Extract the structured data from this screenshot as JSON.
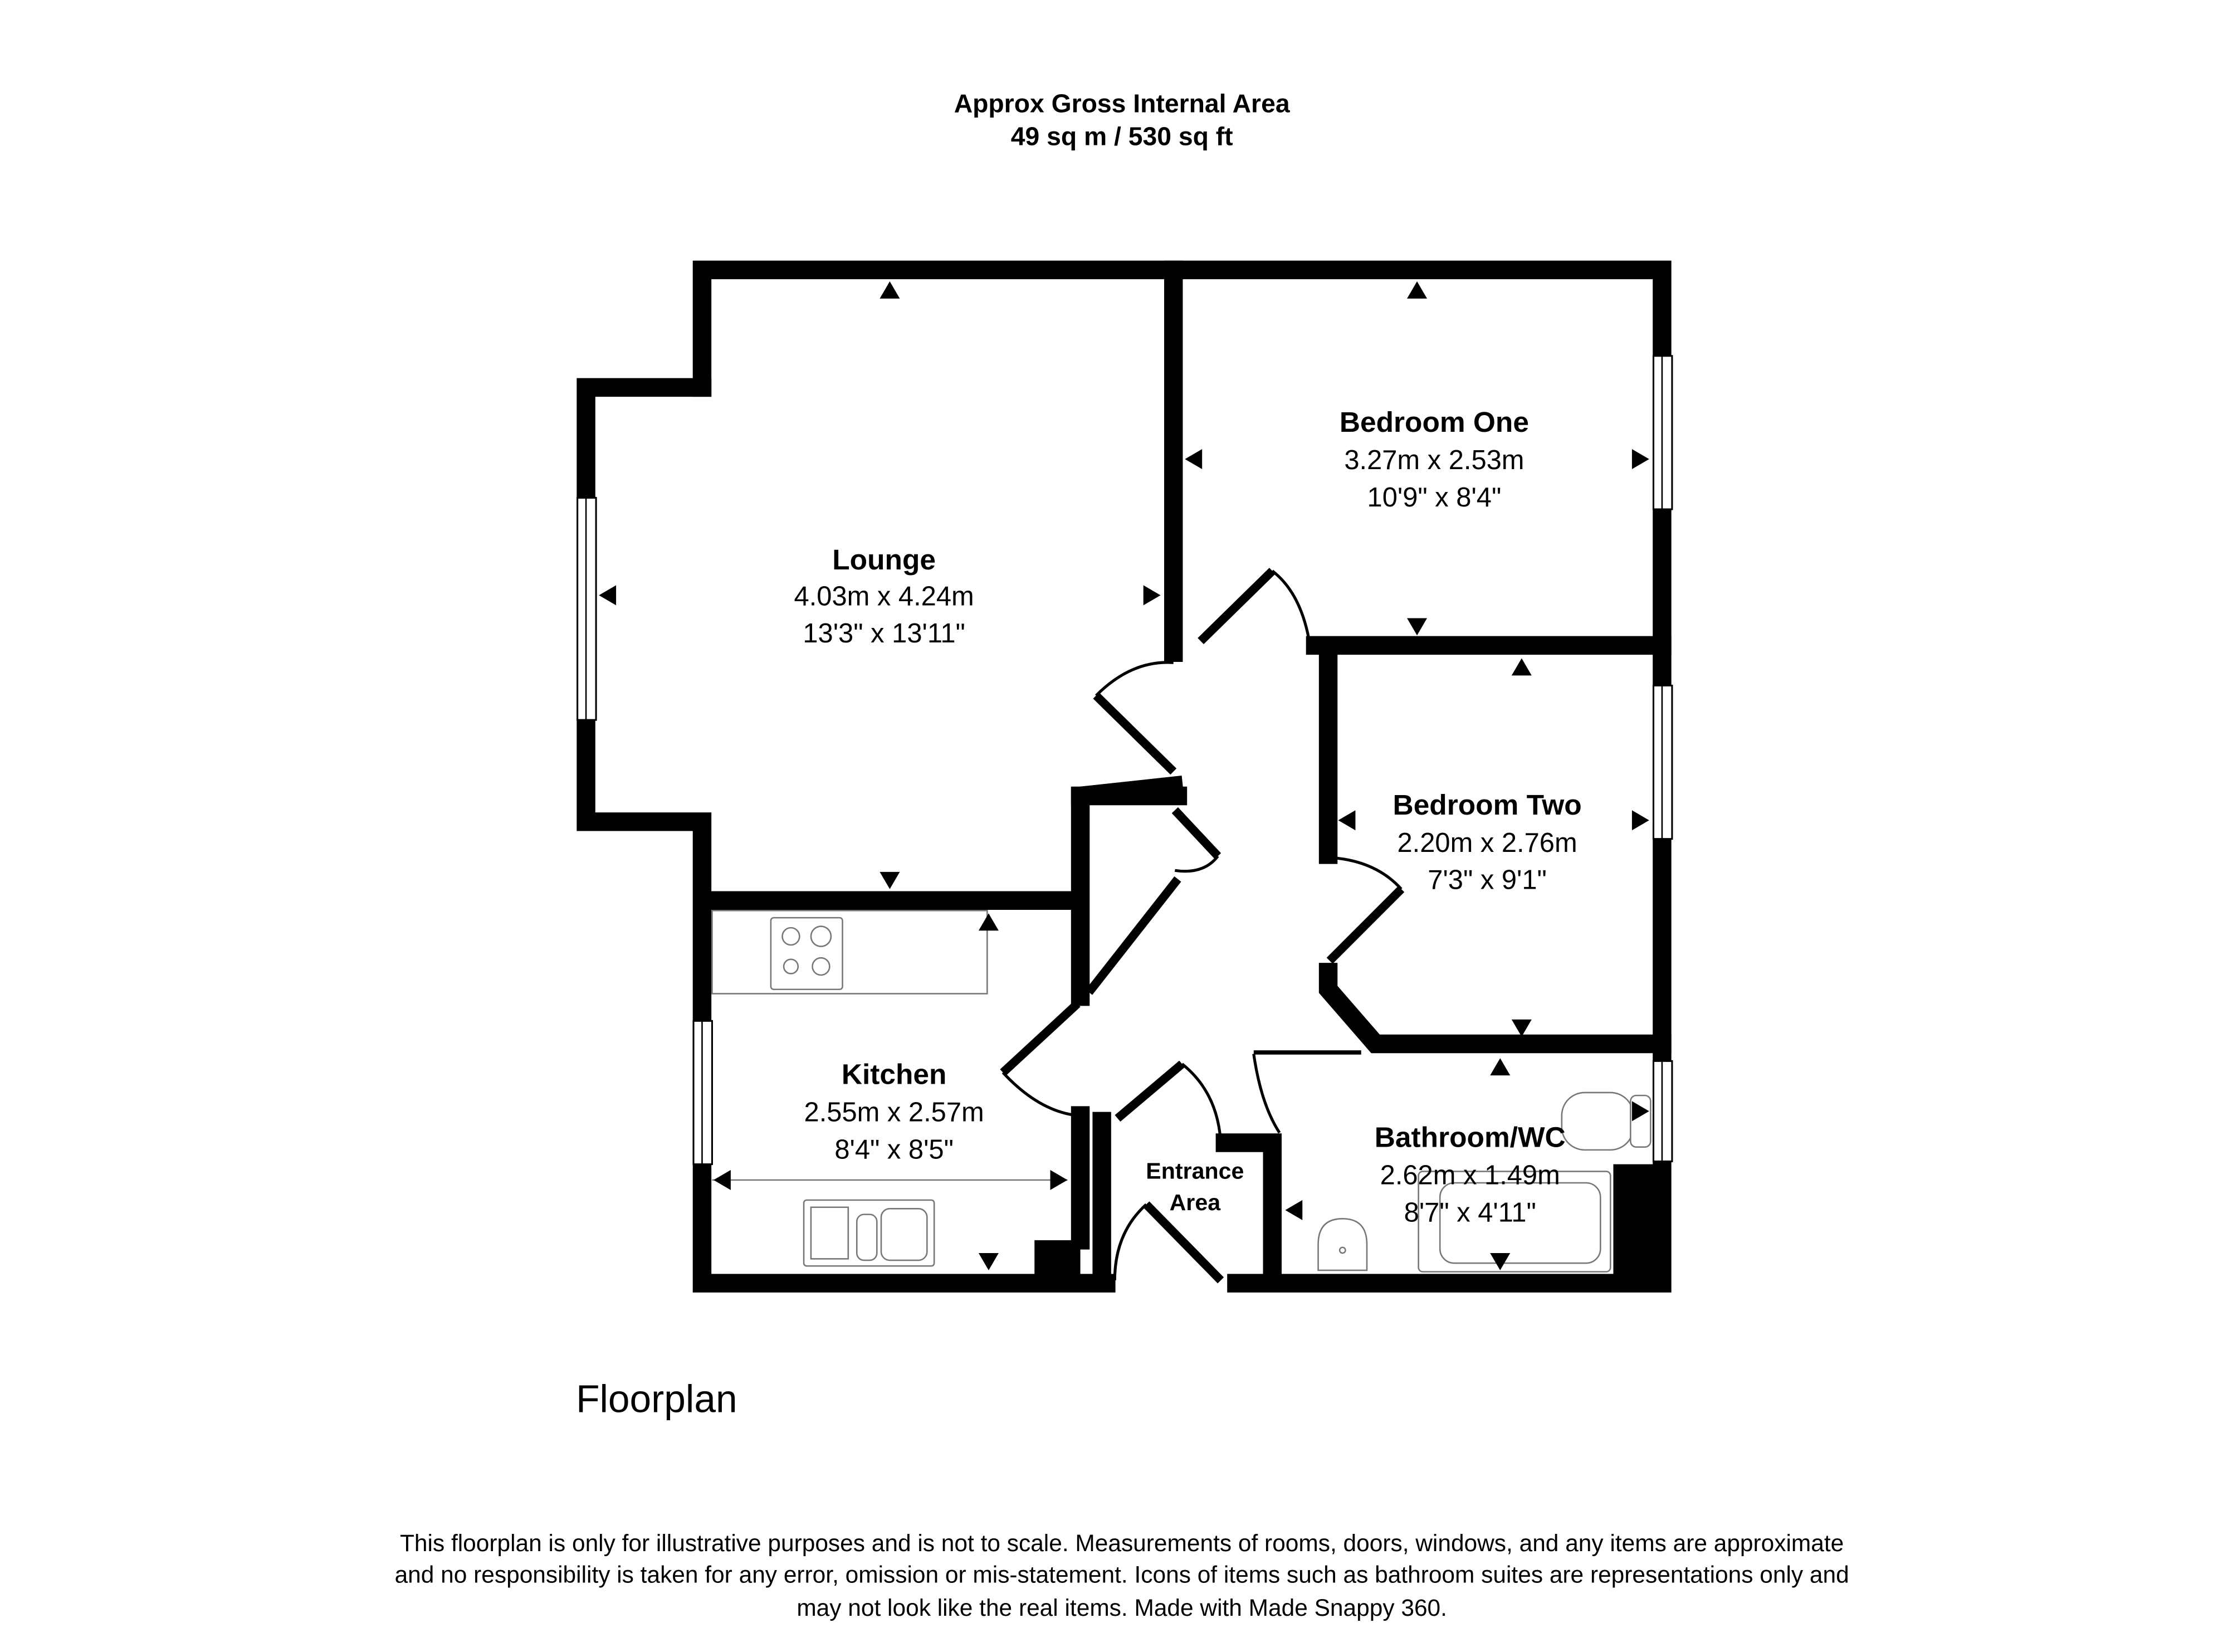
{
  "header": {
    "title_line1": "Approx Gross Internal Area",
    "title_line2": "49 sq m / 530 sq ft"
  },
  "rooms": [
    {
      "name": "Lounge",
      "metric": "4.03m x 4.24m",
      "imperial": "13'3\" x 13'11\""
    },
    {
      "name": "Bedroom One",
      "metric": "3.27m x 2.53m",
      "imperial": "10'9\" x 8'4\""
    },
    {
      "name": "Bedroom Two",
      "metric": "2.20m x 2.76m",
      "imperial": "7'3\" x 9'1\""
    },
    {
      "name": "Kitchen",
      "metric": "2.55m x 2.57m",
      "imperial": "8'4\" x 8'5\""
    },
    {
      "name": "Bathroom/WC",
      "metric": "2.62m x 1.49m",
      "imperial": "8'7\" x 4'11\""
    },
    {
      "name_line1": "Entrance",
      "name_line2": "Area"
    }
  ],
  "floor_label": "Floorplan",
  "disclaimer": {
    "line1": "This floorplan is only for illustrative purposes and is not to scale. Measurements of rooms, doors, windows, and any items are approximate",
    "line2": "and no responsibility is taken for any error, omission or mis-statement. Icons of items such as bathroom suites are representations only and",
    "line3": "may not look like the real items. Made with Made Snappy 360."
  }
}
